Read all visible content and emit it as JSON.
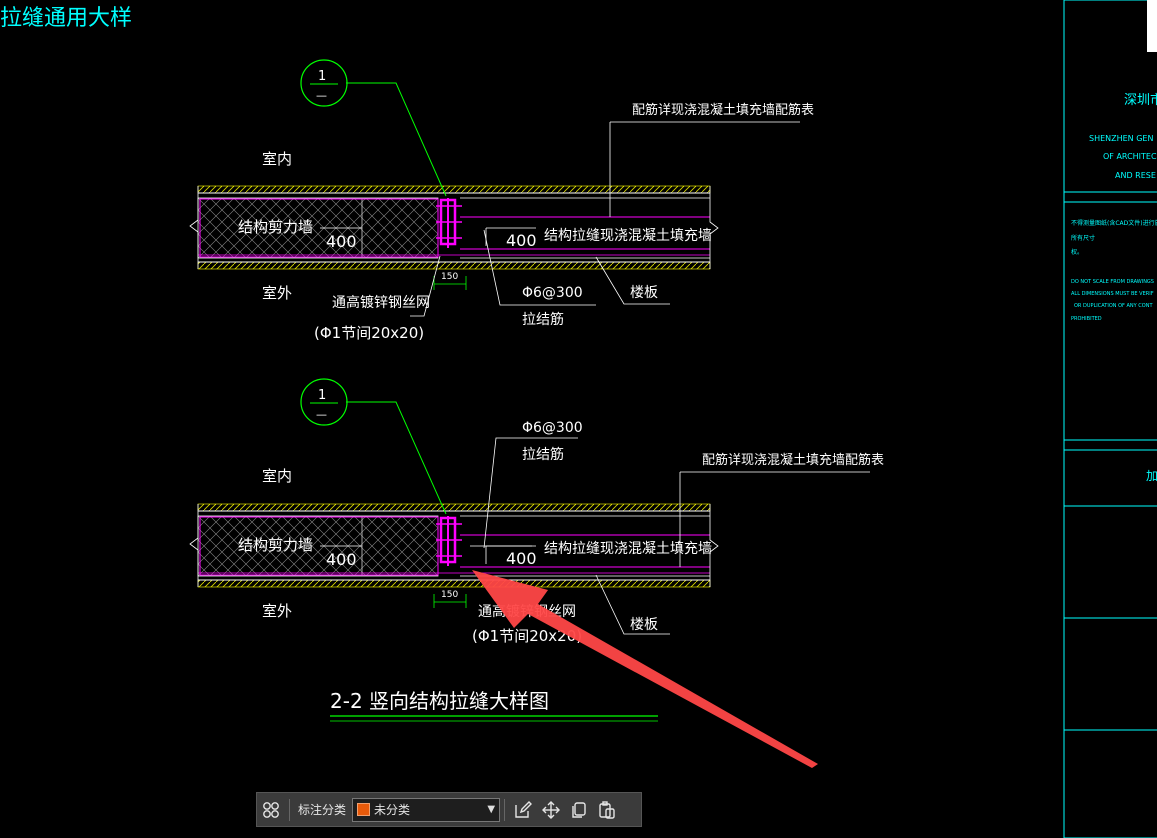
{
  "drawing": {
    "page_title": "拉缝通用大样",
    "section_title": "2-2 竖向结构拉缝大样图",
    "detail_top": {
      "callout_number": "1",
      "callout_dash": "—",
      "interior": "室内",
      "exterior": "室外",
      "wall_left": "结构剪力墙",
      "thickness_left": "400",
      "thickness_right": "400",
      "wall_right": "结构拉缝现浇混凝土填充墙",
      "rebar_table_note": "配筋详现浇混凝土填充墙配筋表",
      "mesh_line1": "通高镀锌钢丝网",
      "mesh_line2": "(Φ1节间20x20)",
      "dim_150": "150",
      "tie_bar_spec": "Φ6@300",
      "tie_bar_name": "拉结筋",
      "slab": "楼板"
    },
    "detail_bottom": {
      "callout_number": "1",
      "callout_dash": "—",
      "interior": "室内",
      "exterior": "室外",
      "wall_left": "结构剪力墙",
      "thickness_left": "400",
      "thickness_right": "400",
      "wall_right": "结构拉缝现浇混凝土填充墙",
      "rebar_table_note": "配筋详现浇混凝土填充墙配筋表",
      "mesh_line1": "通高镀锌钢丝网",
      "mesh_line2": "(Φ1节间20x20)",
      "dim_150": "150",
      "tie_bar_spec": "Φ6@300",
      "tie_bar_name": "拉结筋",
      "slab": "楼板"
    }
  },
  "title_block": {
    "company_cn": "深圳市建",
    "company_en_1": "SHENZHEN GEN",
    "company_en_2": "OF ARCHITEC",
    "company_en_3": "AND RESE",
    "note_cn_1": "不得测量图纸(含CAD文件)进行施工，图",
    "note_cn_2": "所有尺寸",
    "note_cn_3": "权。",
    "note_en_1": "DO NOT SCALE FROM DRAWINGS",
    "note_en_2": "ALL DIMENSIONS MUST BE VERIF",
    "note_en_3": "OR DUPLICATION OF ANY CONT",
    "note_en_4": "PROHIBITED",
    "lower_cell": "加"
  },
  "toolbar": {
    "label": "标注分类",
    "selected": "未分类",
    "icons": [
      "grid-icon",
      "edit-icon",
      "move-icon",
      "copy-icon",
      "paste-icon"
    ]
  },
  "colors": {
    "wall_outline": "#ffffff",
    "rebar": "#ff00ff",
    "leader": "#00ff00",
    "hatch": "#ffff00",
    "title_block": "#00ffff",
    "annotation_arrow": "#ff4747",
    "category_swatch": "#e85a0a"
  }
}
